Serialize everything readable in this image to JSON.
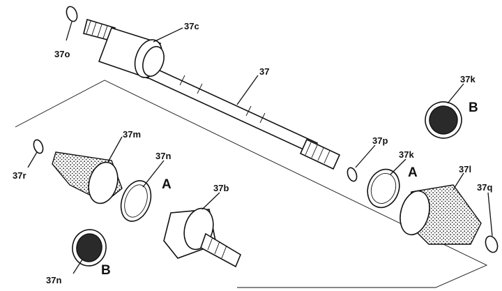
{
  "labels": {
    "shaft": "37",
    "inner_joint_housing": "37c",
    "snap_ring_left": "37o",
    "outer_boot": "37m",
    "outer_boot_clamp_small": "37n",
    "outer_boot_clamp_large": "37n",
    "outer_joint": "37b",
    "circlip_left": "37r",
    "circlip_shaft": "37p",
    "inner_boot_clamp": "37k",
    "inner_boot_clamp_top": "37k",
    "inner_boot": "37l",
    "circlip_right": "37q"
  },
  "markers": {
    "a_left": "A",
    "a_right": "A",
    "b_left": "B",
    "b_right": "B"
  }
}
